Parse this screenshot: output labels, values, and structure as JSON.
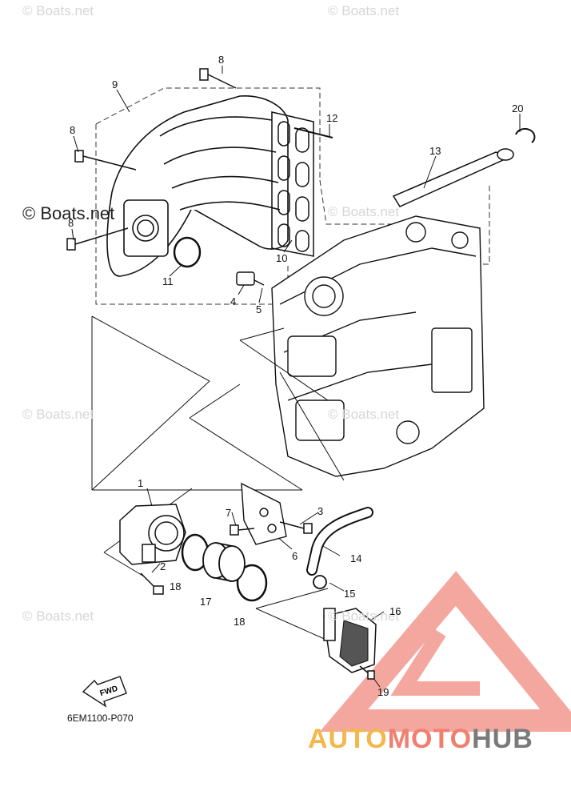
{
  "watermarks": [
    "© Boats.net",
    "© Boats.net",
    "© Boats.net",
    "© Boats.net",
    "© Boats.net",
    "© Boats.net",
    "© Boats.net",
    "© Boats.net"
  ],
  "watermark_main": "© Boats.net",
  "callouts": [
    "8",
    "9",
    "8",
    "8",
    "12",
    "20",
    "13",
    "10",
    "11",
    "4",
    "5",
    "1",
    "7",
    "3",
    "6",
    "14",
    "2",
    "18",
    "17",
    "18",
    "15",
    "16",
    "19"
  ],
  "fwd_label": "FWD",
  "diagram_code": "6EM1100-P070",
  "brand": {
    "part1": "AUTO",
    "part2": "MOTO",
    "part3": "HUB"
  },
  "colors": {
    "brand_yellow": "#f4b74a",
    "brand_red": "#f07f6f",
    "brand_gray": "#7a7a7a",
    "logo_red": "#f08a80"
  }
}
